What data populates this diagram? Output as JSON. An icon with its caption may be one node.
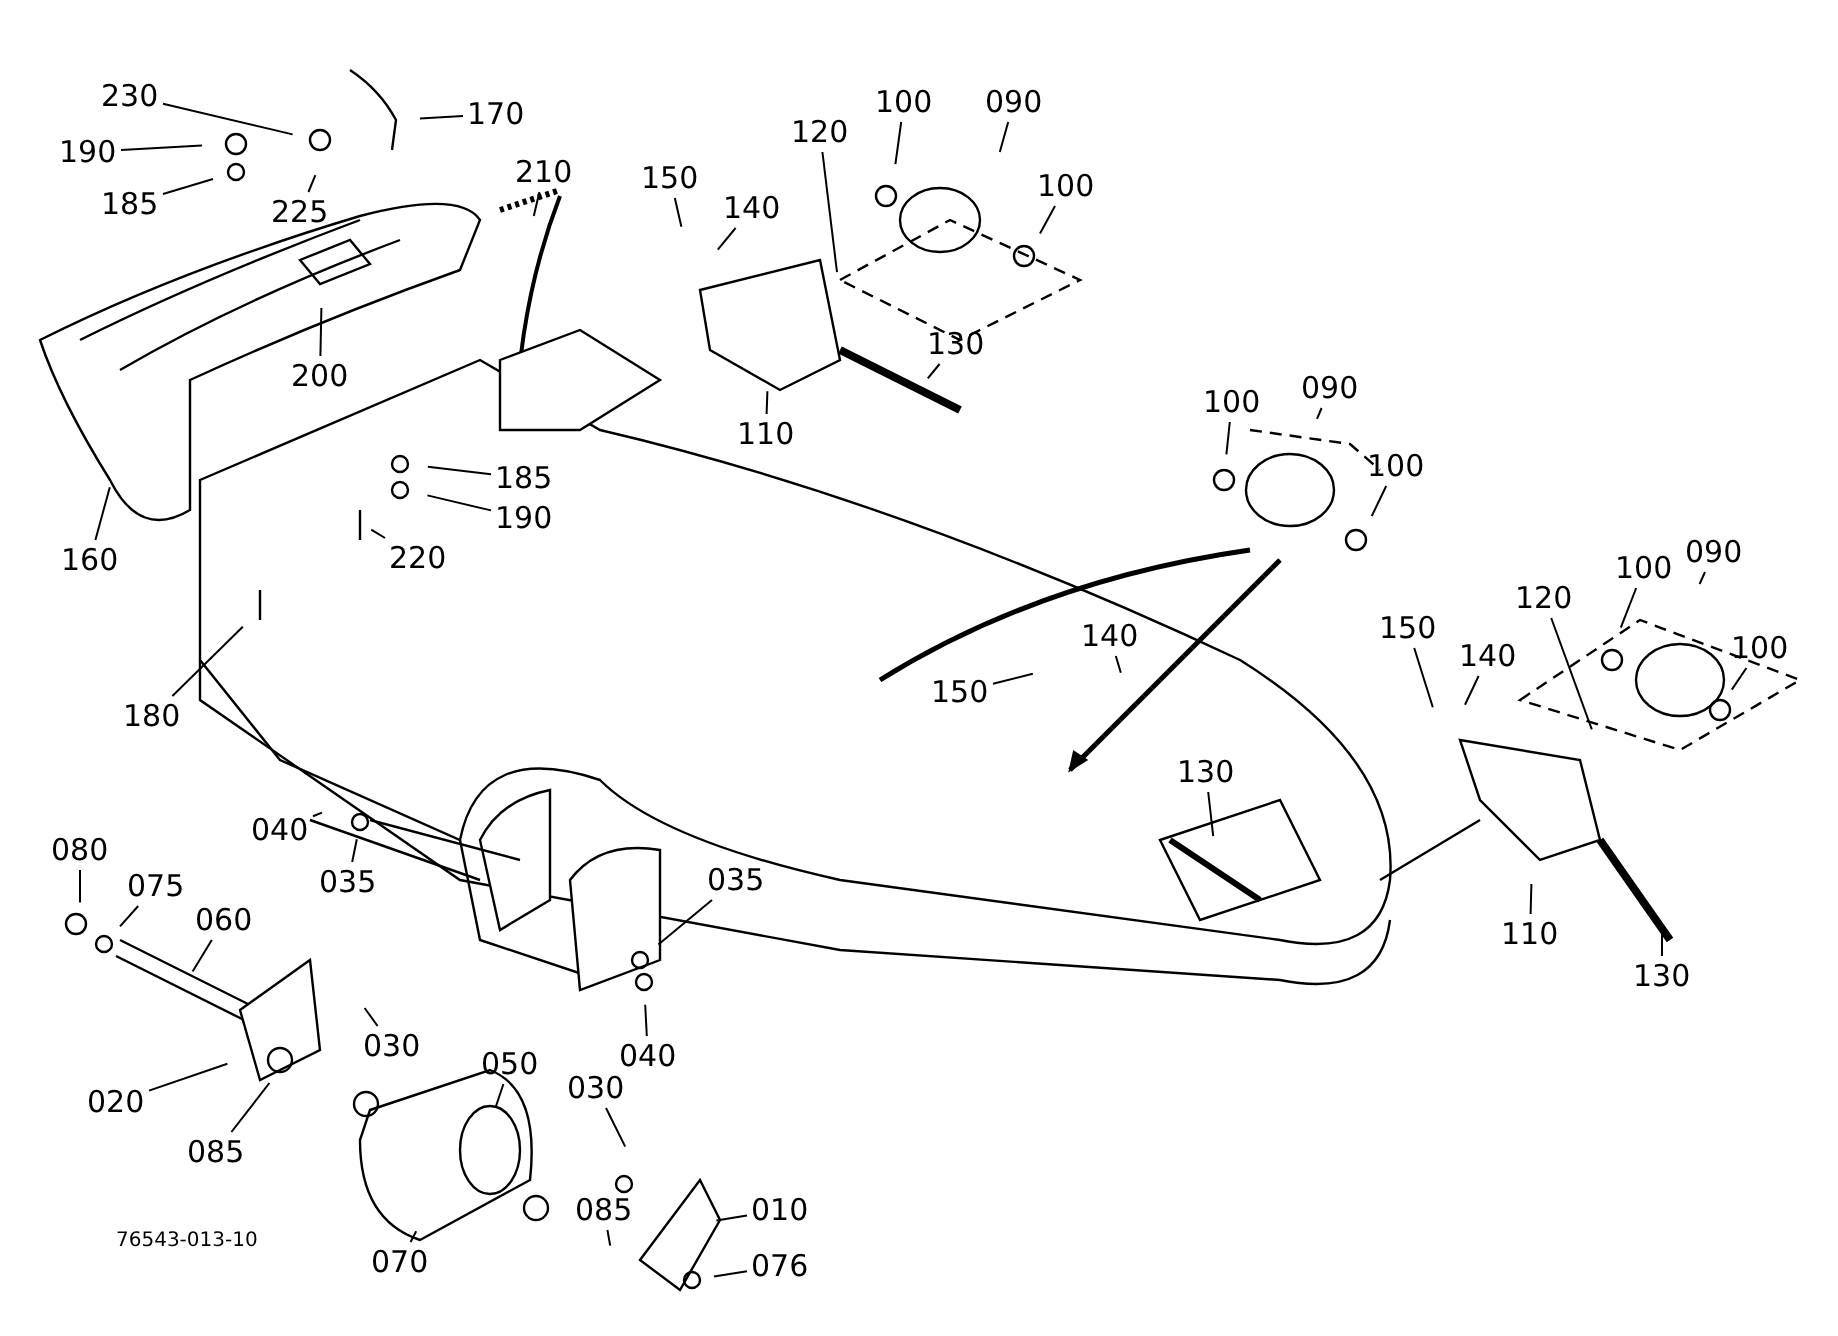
{
  "diagram": {
    "nodes": [
      {
        "text": [
          "230"
        ]
      },
      {
        "text": [
          "190"
        ]
      },
      {
        "text": [
          "185"
        ]
      },
      {
        "text": [
          "225"
        ]
      },
      {
        "text": [
          "170"
        ]
      },
      {
        "text": [
          "210"
        ]
      },
      {
        "text": [
          "150"
        ]
      },
      {
        "text": [
          "140"
        ]
      },
      {
        "text": [
          "120"
        ]
      },
      {
        "text": [
          "100"
        ]
      },
      {
        "text": [
          "090"
        ]
      },
      {
        "text": [
          "100"
        ]
      },
      {
        "text": [
          "130"
        ]
      },
      {
        "text": [
          "110"
        ]
      },
      {
        "text": [
          "200"
        ]
      },
      {
        "text": [
          "160"
        ]
      },
      {
        "text": [
          "185"
        ]
      },
      {
        "text": [
          "190"
        ]
      },
      {
        "text": [
          "220"
        ]
      },
      {
        "text": [
          "180"
        ]
      },
      {
        "text": [
          "100"
        ]
      },
      {
        "text": [
          "090"
        ]
      },
      {
        "text": [
          "100"
        ]
      },
      {
        "text": [
          "150"
        ]
      },
      {
        "text": [
          "140"
        ]
      },
      {
        "text": [
          "130"
        ]
      },
      {
        "text": [
          "090"
        ]
      },
      {
        "text": [
          "100"
        ]
      },
      {
        "text": [
          "120"
        ]
      },
      {
        "text": [
          "150"
        ]
      },
      {
        "text": [
          "140"
        ]
      },
      {
        "text": [
          "100"
        ]
      },
      {
        "text": [
          "110"
        ]
      },
      {
        "text": [
          "130"
        ]
      },
      {
        "text": [
          "040"
        ]
      },
      {
        "text": [
          "035"
        ]
      },
      {
        "text": [
          "080"
        ]
      },
      {
        "text": [
          "075"
        ]
      },
      {
        "text": [
          "060"
        ]
      },
      {
        "text": [
          "030"
        ]
      },
      {
        "text": [
          "020"
        ]
      },
      {
        "text": [
          "085"
        ]
      },
      {
        "text": [
          "050"
        ]
      },
      {
        "text": [
          "030"
        ]
      },
      {
        "text": [
          "035"
        ]
      },
      {
        "text": [
          "040"
        ]
      },
      {
        "text": [
          "085"
        ]
      },
      {
        "text": [
          "010"
        ]
      },
      {
        "text": [
          "076"
        ]
      },
      {
        "text": [
          "070"
        ]
      }
    ],
    "edges": [
      {
        "from": 0,
        "to": null,
        "arrow": "none"
      },
      {
        "from": 1,
        "to": null,
        "arrow": "none"
      },
      {
        "from": 2,
        "to": null,
        "arrow": "none"
      },
      {
        "from": 3,
        "to": null,
        "arrow": "none"
      },
      {
        "from": 4,
        "to": null,
        "arrow": "none"
      },
      {
        "from": 5,
        "to": null,
        "arrow": "none"
      },
      {
        "from": 6,
        "to": null,
        "arrow": "none"
      },
      {
        "from": 7,
        "to": null,
        "arrow": "none"
      },
      {
        "from": 8,
        "to": null,
        "arrow": "none"
      },
      {
        "from": 9,
        "to": null,
        "arrow": "none"
      },
      {
        "from": 10,
        "to": null,
        "arrow": "none"
      },
      {
        "from": 11,
        "to": null,
        "arrow": "none"
      },
      {
        "from": 12,
        "to": null,
        "arrow": "none"
      },
      {
        "from": 13,
        "to": null,
        "arrow": "none"
      },
      {
        "from": 14,
        "to": null,
        "arrow": "none"
      },
      {
        "from": 15,
        "to": null,
        "arrow": "none"
      },
      {
        "from": 16,
        "to": null,
        "arrow": "none"
      },
      {
        "from": 17,
        "to": null,
        "arrow": "none"
      },
      {
        "from": 18,
        "to": null,
        "arrow": "none"
      },
      {
        "from": 19,
        "to": null,
        "arrow": "none"
      },
      {
        "from": 20,
        "to": null,
        "arrow": "none"
      },
      {
        "from": 21,
        "to": null,
        "arrow": "none"
      },
      {
        "from": 22,
        "to": null,
        "arrow": "none"
      },
      {
        "from": 23,
        "to": null,
        "arrow": "none"
      },
      {
        "from": 24,
        "to": null,
        "arrow": "none"
      },
      {
        "from": 25,
        "to": null,
        "arrow": "none"
      },
      {
        "from": 26,
        "to": null,
        "arrow": "none"
      },
      {
        "from": 27,
        "to": null,
        "arrow": "none"
      },
      {
        "from": 28,
        "to": null,
        "arrow": "none"
      },
      {
        "from": 29,
        "to": null,
        "arrow": "none"
      },
      {
        "from": 30,
        "to": null,
        "arrow": "none"
      },
      {
        "from": 31,
        "to": null,
        "arrow": "none"
      },
      {
        "from": 32,
        "to": null,
        "arrow": "none"
      },
      {
        "from": 33,
        "to": null,
        "arrow": "none"
      },
      {
        "from": 34,
        "to": null,
        "arrow": "none"
      },
      {
        "from": 35,
        "to": null,
        "arrow": "none"
      },
      {
        "from": 36,
        "to": null,
        "arrow": "none"
      },
      {
        "from": 37,
        "to": null,
        "arrow": "none"
      },
      {
        "from": 38,
        "to": null,
        "arrow": "none"
      },
      {
        "from": 39,
        "to": null,
        "arrow": "none"
      },
      {
        "from": 40,
        "to": null,
        "arrow": "none"
      },
      {
        "from": 41,
        "to": null,
        "arrow": "none"
      },
      {
        "from": 42,
        "to": null,
        "arrow": "none"
      },
      {
        "from": 43,
        "to": null,
        "arrow": "none"
      },
      {
        "from": 44,
        "to": null,
        "arrow": "none"
      },
      {
        "from": 45,
        "to": null,
        "arrow": "none"
      },
      {
        "from": 46,
        "to": null,
        "arrow": "none"
      },
      {
        "from": 47,
        "to": null,
        "arrow": "none"
      },
      {
        "from": 48,
        "to": null,
        "arrow": "none"
      },
      {
        "from": 49,
        "to": null,
        "arrow": "none"
      }
    ],
    "labels": [
      "76543-013-10"
    ]
  }
}
